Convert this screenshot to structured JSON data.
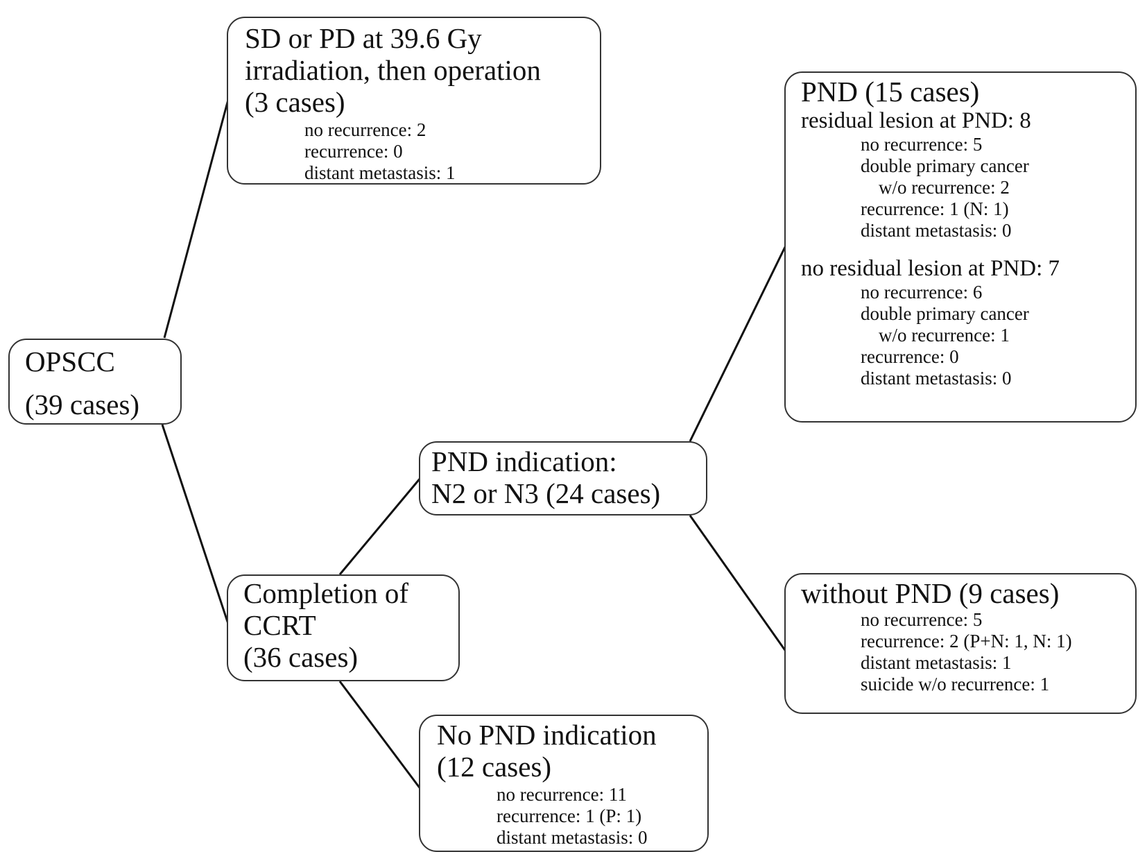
{
  "nodes": {
    "root": {
      "title": "OPSCC",
      "count": "(39 cases)"
    },
    "sd_pd": {
      "line1": "SD or PD at 39.6 Gy",
      "line2": "irradiation, then operation",
      "line3": "(3 cases)",
      "details": [
        "no recurrence: 2",
        "recurrence: 0",
        "distant metastasis: 1"
      ]
    },
    "ccrt": {
      "line1": "Completion of",
      "line2": "CCRT",
      "line3": "(36 cases)"
    },
    "pnd_indication": {
      "line1": "PND indication:",
      "line2": "N2 or N3 (24 cases)"
    },
    "no_pnd_indication": {
      "line1": "No PND indication",
      "line2": "(12 cases)",
      "details": [
        "no recurrence: 11",
        "recurrence: 1 (P: 1)",
        "distant metastasis: 0"
      ]
    },
    "pnd": {
      "title": "PND (15 cases)",
      "residual": {
        "heading": "residual lesion at PND: 8",
        "no_recurrence": "no recurrence: 5",
        "double_primary": "double primary cancer",
        "double_primary_sub": "w/o recurrence: 2",
        "recurrence": "recurrence: 1 (N: 1)",
        "distant": "distant metastasis: 0"
      },
      "no_residual": {
        "heading": "no residual lesion at PND: 7",
        "no_recurrence": "no recurrence: 6",
        "double_primary": "double primary cancer",
        "double_primary_sub": "w/o recurrence: 1",
        "recurrence": "recurrence: 0",
        "distant": "distant metastasis: 0"
      }
    },
    "without_pnd": {
      "title": "without PND (9 cases)",
      "details": [
        "no recurrence: 5",
        "recurrence: 2 (P+N: 1, N: 1)",
        "distant metastasis: 1",
        "suicide w/o recurrence: 1"
      ]
    }
  }
}
